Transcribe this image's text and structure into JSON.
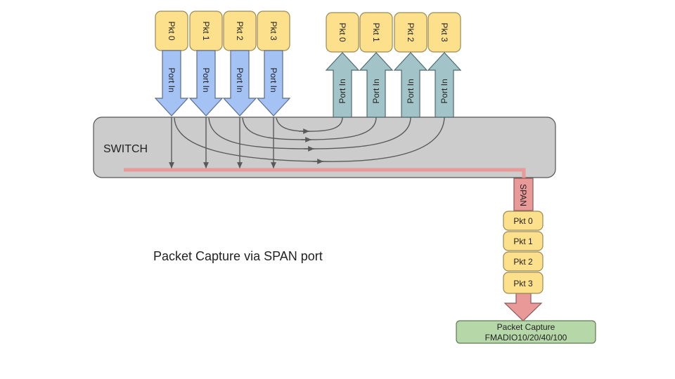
{
  "switch_label": "SWITCH",
  "caption": "Packet Capture via SPAN port",
  "input_packets": [
    "Pkt 0",
    "Pkt 1",
    "Pkt 2",
    "Pkt 3"
  ],
  "output_packets": [
    "Pkt 0",
    "Pkt 1",
    "Pkt 2",
    "Pkt 3"
  ],
  "span_packets": [
    "Pkt 0",
    "Pkt 1",
    "Pkt 2",
    "Pkt 3"
  ],
  "port_in_label": "Port In",
  "span_label": "SPAN",
  "capture": {
    "line1": "Packet Capture",
    "line2": "FMADIO10/20/40/100"
  },
  "colors": {
    "packet_fill": "#fde08c",
    "packet_stroke": "#9a8a52",
    "in_arrow": "#a4c2f4",
    "out_arrow": "#a2c4c9",
    "switch_fill": "#cccccc",
    "span": "#ea9999",
    "capture_fill": "#b6d7a8",
    "line": "#595959"
  }
}
